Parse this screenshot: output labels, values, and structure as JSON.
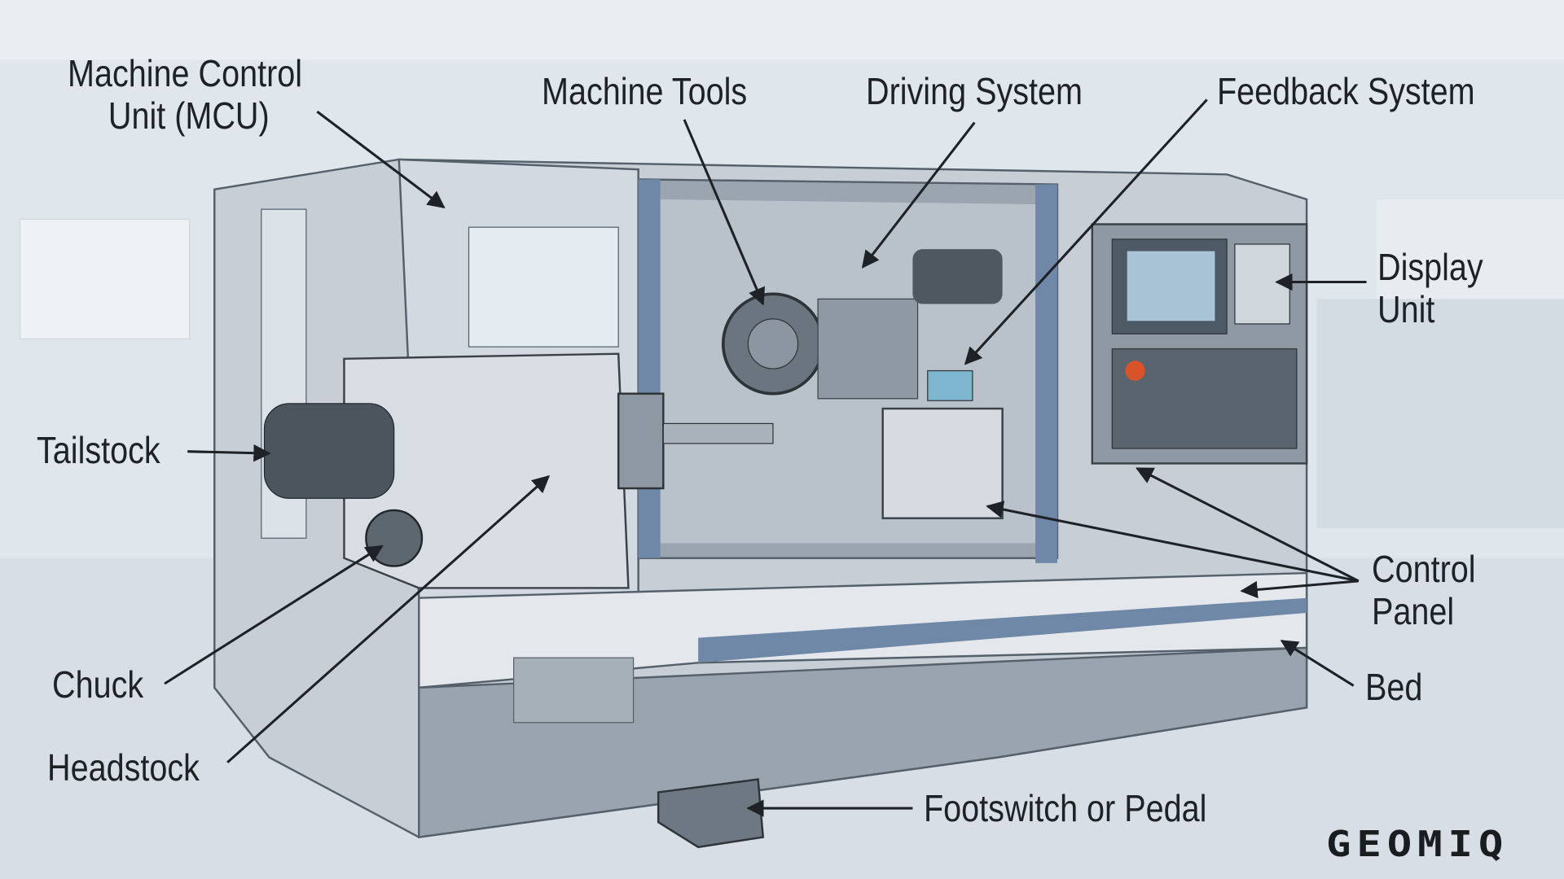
{
  "labels": {
    "mcu": [
      "Machine Control",
      "Unit (MCU)"
    ],
    "machine_tools": "Machine Tools",
    "driving_system": "Driving System",
    "feedback_system": "Feedback System",
    "display_unit": [
      "Display",
      "Unit"
    ],
    "tailstock": "Tailstock",
    "control_panel": [
      "Control",
      "Panel"
    ],
    "chuck": "Chuck",
    "bed": "Bed",
    "headstock": "Headstock",
    "footswitch": "Footswitch or Pedal"
  },
  "logo": "GEOMIQ",
  "colors": {
    "background": "#dde4ea",
    "machine_body": "#c9d0d7",
    "accent_blue": "#6f88a8",
    "label_text": "#1e2226"
  }
}
